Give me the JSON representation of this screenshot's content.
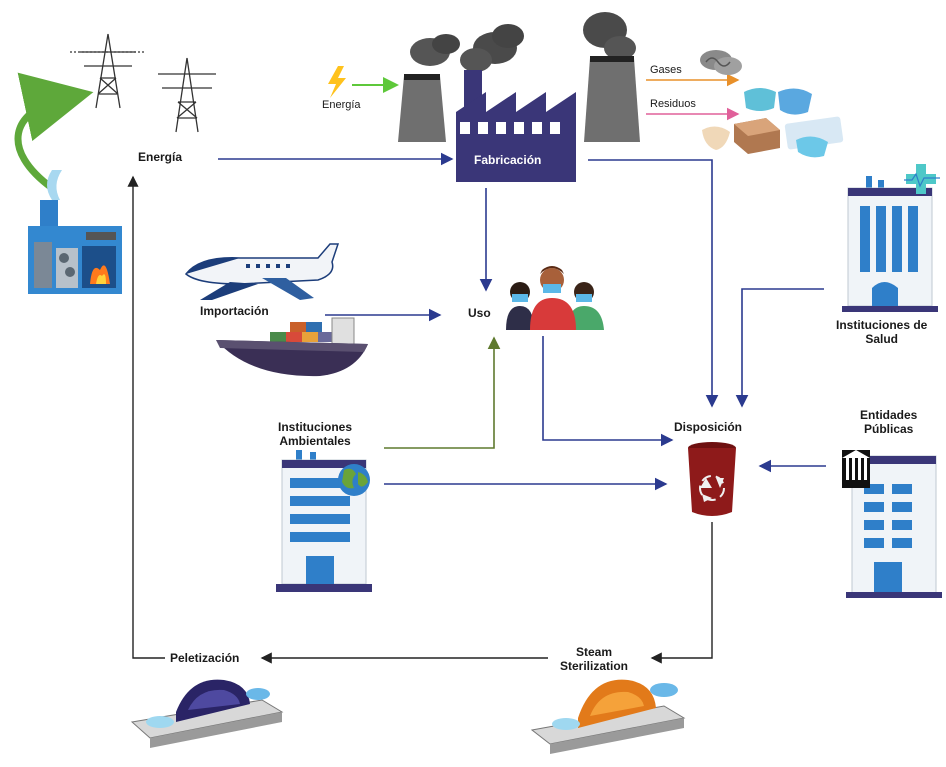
{
  "colors": {
    "flow_arrow": "#2b3a8f",
    "env_arrow": "#5f7a2e",
    "dark_arrow": "#222222",
    "factory": "#3a3678",
    "energy_arrow": "#5ec83a",
    "gases_arrow": "#e8902a",
    "residuos_arrow": "#e0609a",
    "bin": "#8e1a1a",
    "building_blue": "#2f7fc9",
    "recycle_green": "#6aa43a"
  },
  "icons": {
    "power_towers": "power-tower-icon",
    "incinerator": "incinerator-icon",
    "factory": "factory-icon",
    "bolt": "lightning-bolt-icon",
    "gases": "gas-cloud-icon",
    "residuos": "mask-waste-icon",
    "people": "masked-people-icon",
    "plane": "airplane-icon",
    "ship": "cargo-ship-icon",
    "env_building": "environmental-building-icon",
    "health_building": "hospital-building-icon",
    "public_building": "public-building-icon",
    "bin": "recycling-bin-icon",
    "pelletizer": "pelletizer-conveyor-icon",
    "sterilizer": "steam-sterilizer-conveyor-icon"
  },
  "nodes": {
    "energia": "Energía",
    "energia_small": "Energía",
    "fabricacion": "Fabricación",
    "gases": "Gases",
    "residuos": "Residuos",
    "importacion": "Importación",
    "uso": "Uso",
    "instituciones_ambientales": "Instituciones\nAmbientales",
    "disposicion": "Disposición",
    "instituciones_salud": "Instituciones de\nSalud",
    "entidades_publicas": "Entidades\nPúblicas",
    "steam_sterilization": "Steam\nSterilization",
    "peletizacion": "Peletización"
  }
}
